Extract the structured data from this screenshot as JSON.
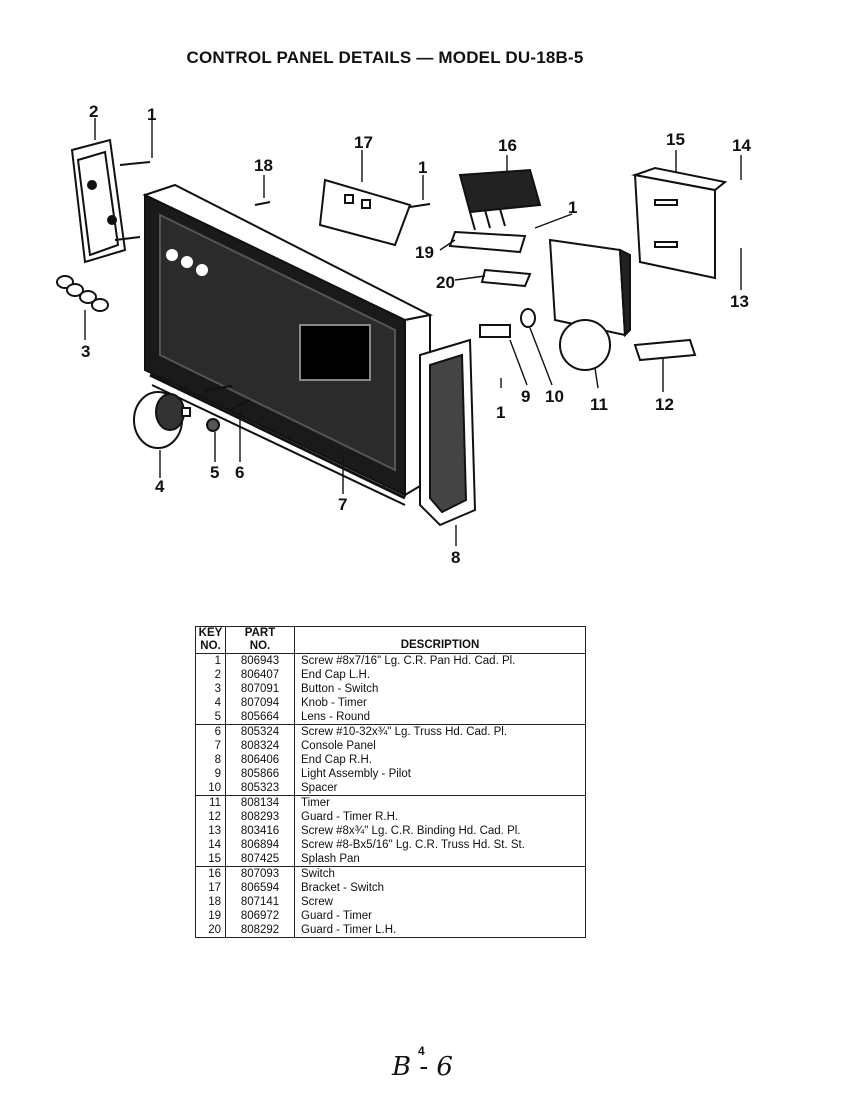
{
  "title": "CONTROL PANEL DETAILS — MODEL DU-18B-5",
  "callouts": {
    "c1a": "1",
    "c2": "2",
    "c3": "3",
    "c4": "4",
    "c5": "5",
    "c6": "6",
    "c7": "7",
    "c8": "8",
    "c9": "9",
    "c10": "10",
    "c11": "11",
    "c12": "12",
    "c13": "13",
    "c14": "14",
    "c15": "15",
    "c16": "16",
    "c17": "17",
    "c18": "18",
    "c1b": "1",
    "c1c": "1",
    "c19": "19",
    "c20": "20",
    "c1d": "1"
  },
  "table": {
    "headers": {
      "key_line1": "KEY",
      "key_line2": "NO.",
      "part_line1": "PART",
      "part_line2": "NO.",
      "description": "DESCRIPTION"
    },
    "rows": [
      {
        "key": "1",
        "part": "806943",
        "desc": "Screw #8x7/16\" Lg. C.R. Pan Hd. Cad. Pl."
      },
      {
        "key": "2",
        "part": "806407",
        "desc": "End Cap L.H."
      },
      {
        "key": "3",
        "part": "807091",
        "desc": "Button - Switch"
      },
      {
        "key": "4",
        "part": "807094",
        "desc": "Knob - Timer"
      },
      {
        "key": "5",
        "part": "805664",
        "desc": "Lens - Round"
      },
      {
        "key": "6",
        "part": "805324",
        "desc": "Screw #10-32x¾\" Lg. Truss Hd. Cad. Pl."
      },
      {
        "key": "7",
        "part": "808324",
        "desc": "Console Panel"
      },
      {
        "key": "8",
        "part": "806406",
        "desc": "End Cap R.H."
      },
      {
        "key": "9",
        "part": "805866",
        "desc": "Light Assembly - Pilot"
      },
      {
        "key": "10",
        "part": "805323",
        "desc": "Spacer"
      },
      {
        "key": "11",
        "part": "808134",
        "desc": "Timer"
      },
      {
        "key": "12",
        "part": "808293",
        "desc": "Guard - Timer R.H."
      },
      {
        "key": "13",
        "part": "803416",
        "desc": "Screw #8x¾\" Lg. C.R. Binding Hd. Cad. Pl."
      },
      {
        "key": "14",
        "part": "806894",
        "desc": "Screw #8-Bx5/16\" Lg. C.R. Truss Hd. St. St."
      },
      {
        "key": "15",
        "part": "807425",
        "desc": "Splash Pan"
      },
      {
        "key": "16",
        "part": "807093",
        "desc": "Switch"
      },
      {
        "key": "17",
        "part": "806594",
        "desc": "Bracket - Switch"
      },
      {
        "key": "18",
        "part": "807141",
        "desc": "Screw"
      },
      {
        "key": "19",
        "part": "806972",
        "desc": "Guard - Timer"
      },
      {
        "key": "20",
        "part": "808292",
        "desc": "Guard - Timer L.H."
      }
    ]
  },
  "page_number": "4",
  "handwritten_note": "B - 6"
}
